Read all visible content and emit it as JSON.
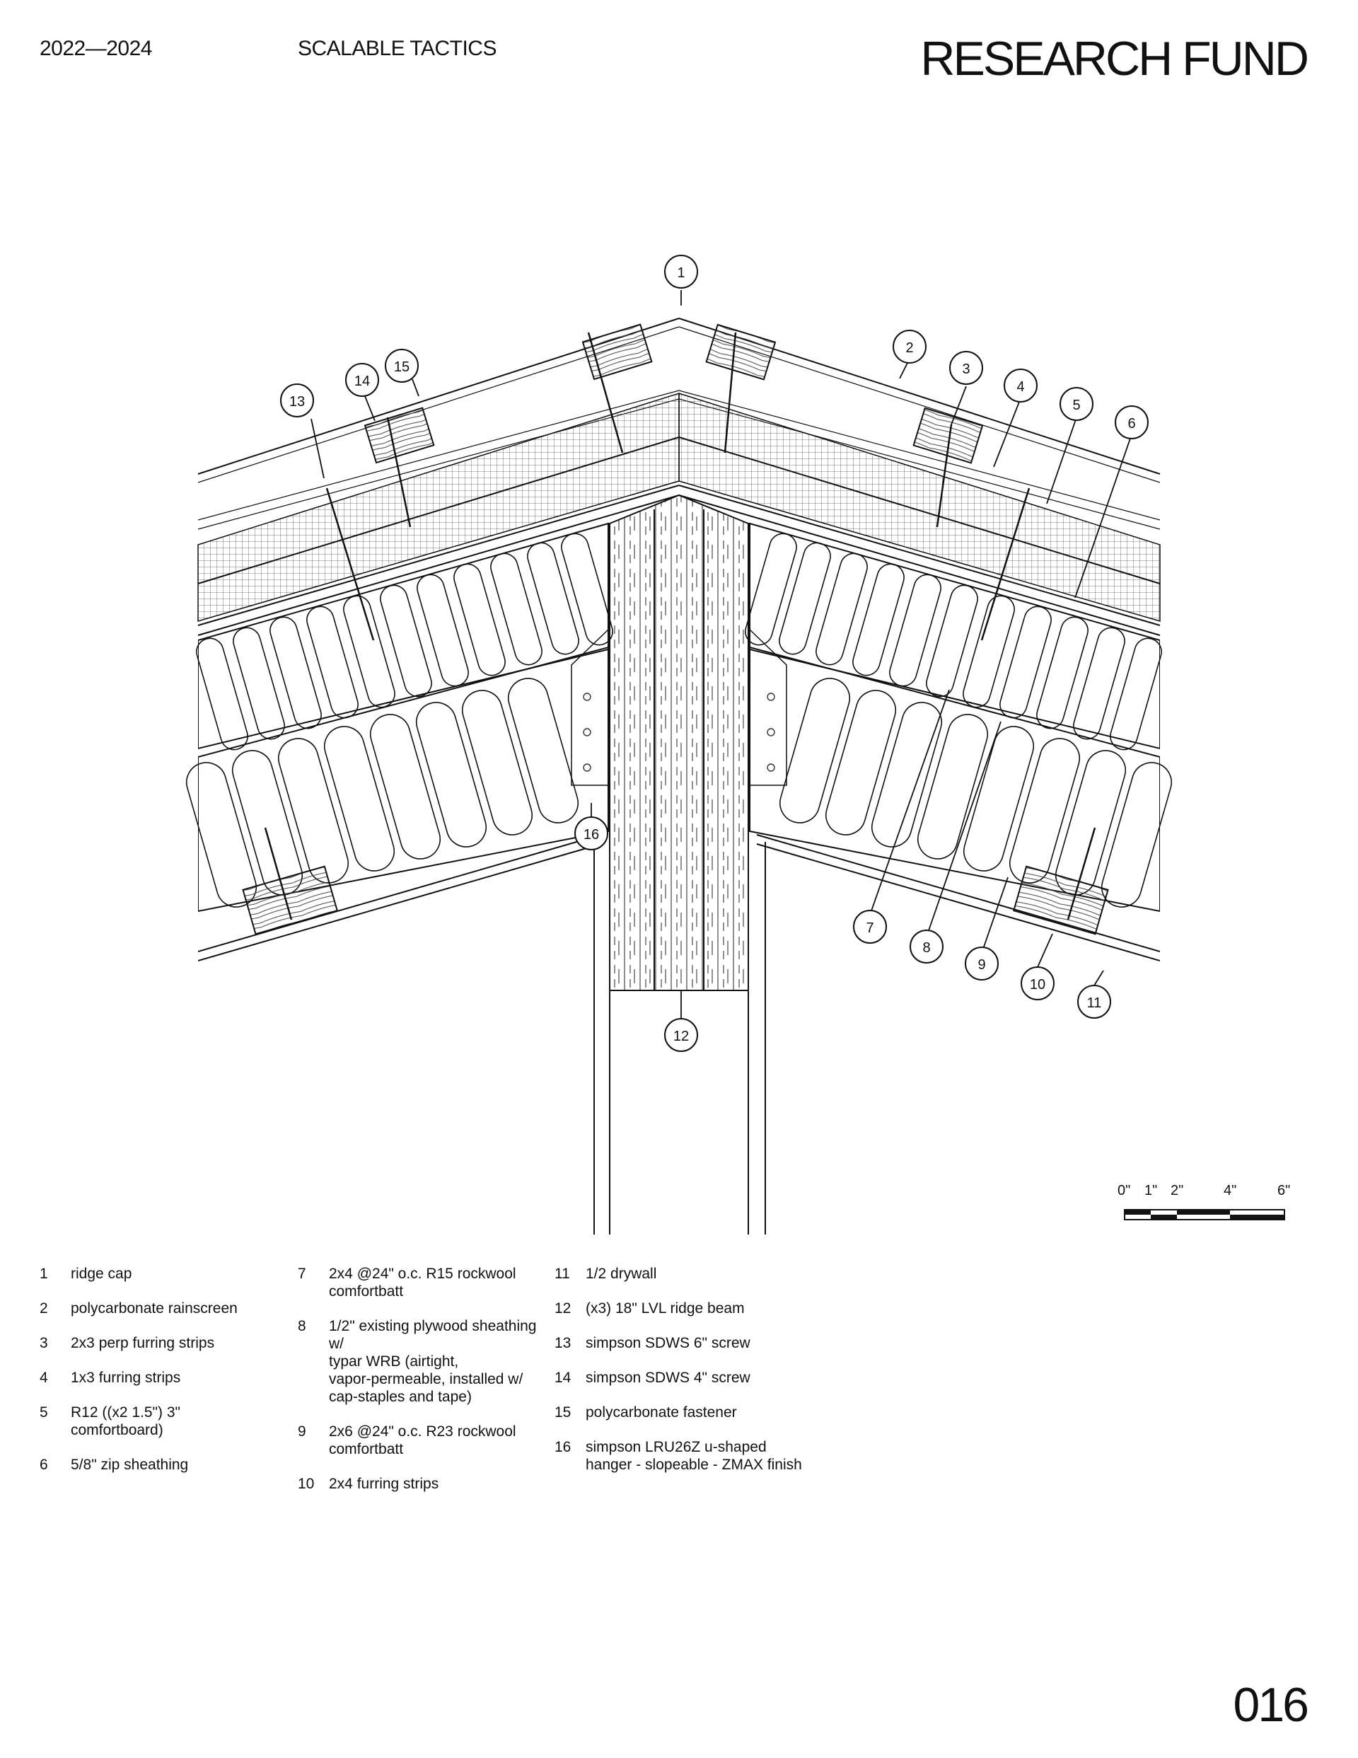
{
  "header": {
    "years": "2022—2024",
    "subtitle": "SCALABLE TACTICS",
    "title": "RESEARCH FUND"
  },
  "callouts": [
    "1",
    "2",
    "3",
    "4",
    "5",
    "6",
    "7",
    "8",
    "9",
    "10",
    "11",
    "12",
    "13",
    "14",
    "15",
    "16"
  ],
  "scale_bar": {
    "labels": [
      "0\"",
      "1\"",
      "2\"",
      "4\"",
      "6\""
    ]
  },
  "legend": {
    "col1": [
      {
        "num": "1",
        "text": "ridge cap"
      },
      {
        "num": "2",
        "text": "polycarbonate rainscreen"
      },
      {
        "num": "3",
        "text": "2x3 perp furring strips"
      },
      {
        "num": "4",
        "text": "1x3 furring strips"
      },
      {
        "num": "5",
        "text": "R12 ((x2 1.5\") 3\" comfortboard)"
      },
      {
        "num": "6",
        "text": "5/8\" zip sheathing"
      }
    ],
    "col2": [
      {
        "num": "7",
        "text": "2x4 @24\" o.c. R15 rockwool\ncomfortbatt"
      },
      {
        "num": "8",
        "text": "1/2\" existing plywood sheathing\nw/\ntypar WRB (airtight,\nvapor-permeable, installed w/\ncap-staples and tape)"
      },
      {
        "num": "9",
        "text": "2x6 @24\" o.c. R23 rockwool\ncomfortbatt"
      },
      {
        "num": "10",
        "text": "2x4 furring strips"
      }
    ],
    "col3": [
      {
        "num": "11",
        "text": "1/2 drywall"
      },
      {
        "num": "12",
        "text": "(x3) 18\" LVL ridge beam"
      },
      {
        "num": "13",
        "text": "simpson SDWS 6\" screw"
      },
      {
        "num": "14",
        "text": "simpson SDWS 4\" screw"
      },
      {
        "num": "15",
        "text": "polycarbonate fastener"
      },
      {
        "num": "16",
        "text": "simpson LRU26Z u-shaped\nhanger - slopeable - ZMAX finish"
      }
    ]
  },
  "page_number": "016"
}
